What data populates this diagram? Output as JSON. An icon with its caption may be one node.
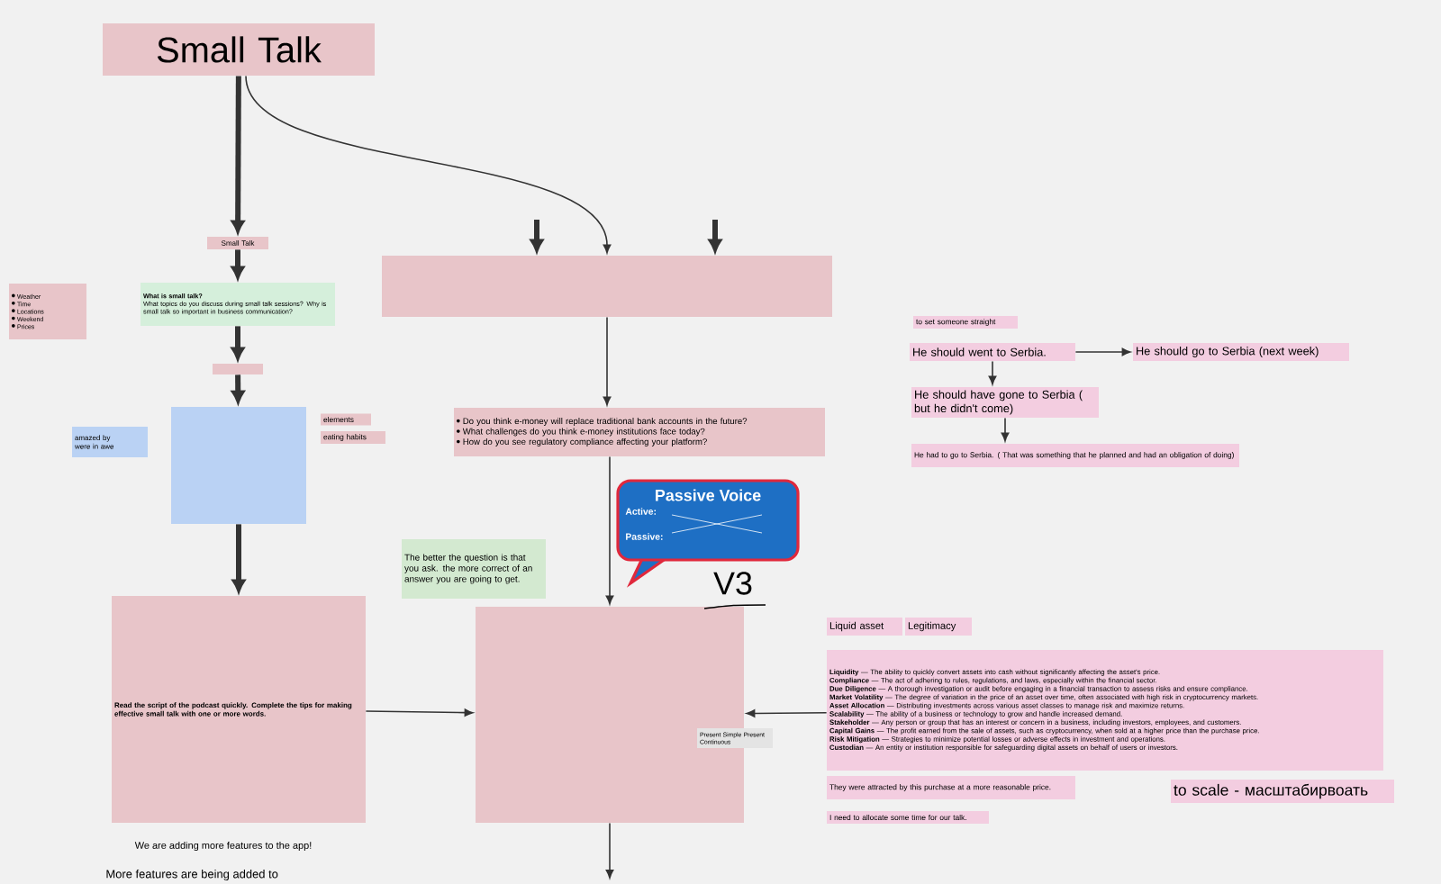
{
  "diagram": {
    "nodes": [
      {
        "text": [
          "Small Talk"
        ]
      },
      {
        "text": [
          "Small Talk"
        ]
      },
      {
        "text": [
          "What is small talk?",
          "What topics do you discuss during small talk sessions? Why is small talk so important in business communication?"
        ]
      },
      {
        "text": [],
        "shape": "box"
      },
      {
        "text": [],
        "shape": "box"
      },
      {
        "text": [
          "Read the script of the podcast quickly. Complete the tips for making effective small talk with one or more words."
        ]
      },
      {
        "text": [],
        "shape": "box"
      },
      {
        "text": [
          "Do you think e-money will replace traditional bank accounts in the future?",
          "What challenges do you think e-money institutions face today?",
          "How do you see regulatory compliance affecting your platform?"
        ]
      },
      {
        "text": [
          "The better the question is that you ask. the more correct of an answer you are going to get."
        ]
      },
      {
        "text": [
          "Passive Voice",
          "Active:",
          "Passive:"
        ]
      },
      {
        "text": [],
        "shape": "box"
      },
      {
        "text": [
          "Present Simple Present Continuous"
        ]
      },
      {
        "text": [
          "**Liquidity** — The ability to quickly convert assets into cash without significantly affecting the asset's price.",
          "**Compliance** — The act of adhering to rules, regulations, and laws, especially within the financial sector.",
          "**Due Diligence** — A thorough investigation or audit before engaging in a financial transaction to assess risks and ensure compliance.",
          "**Market Volatility** — The degree of variation in the price of an asset over time, often associated with high risk in cryptocurrency markets.",
          "**Asset Allocation** — Distributing investments across various asset classes to manage risk and maximize returns.",
          "**Scalability** — The ability of a business or technology to grow and handle increased demand.",
          "**Stakeholder** — Any person or group that has an interest or concern in a business, including investors, employees, and customers.",
          "**Capital Gains** — The profit earned from the sale of assets, such as cryptocurrency, when sold at a higher price than the purchase price.",
          "**Risk Mitigation** — Strategies to minimize potential losses or adverse effects in investment and operations.",
          "**Custodian** — An entity or institution responsible for safeguarding digital assets on behalf of users or investors."
        ]
      },
      {
        "text": [
          "to set someone straight"
        ]
      },
      {
        "text": [
          "He should went to Serbia."
        ]
      },
      {
        "text": [
          "He should go to Serbia (next week)"
        ]
      },
      {
        "text": [
          "He should have gone to Serbia ( but he didn't come)"
        ]
      },
      {
        "text": [
          "He had to go to Serbia. ( That was something that he planned and had an obligation of doing)"
        ]
      },
      {
        "text": [
          "Weather",
          "Time",
          "Locations",
          "Weekend",
          "Prices"
        ]
      },
      {
        "text": [
          "amazed by",
          "were in awe"
        ]
      },
      {
        "text": [
          "elements"
        ]
      },
      {
        "text": [
          "eating habits"
        ]
      },
      {
        "text": [
          "Liquid asset"
        ]
      },
      {
        "text": [
          "Legitimacy"
        ]
      },
      {
        "text": [
          "They were attracted by this purchase at a more reasonable price."
        ]
      },
      {
        "text": [
          "I need to allocate some time for our talk."
        ]
      },
      {
        "text": [
          "to scale - масштабирвоать"
        ]
      }
    ],
    "edges": [
      {
        "from": 0,
        "to": 1,
        "arrow": "to",
        "style": "thick"
      },
      {
        "from": 0,
        "to": 6,
        "arrow": "to"
      },
      {
        "from": null,
        "to": 6,
        "arrow": "to",
        "style": "thick"
      },
      {
        "from": null,
        "to": 6,
        "arrow": "to",
        "style": "thick"
      },
      {
        "from": 1,
        "to": 2,
        "arrow": "to",
        "style": "thick"
      },
      {
        "from": 2,
        "to": 3,
        "arrow": "to",
        "style": "thick"
      },
      {
        "from": 3,
        "to": 4,
        "arrow": "to",
        "style": "thick"
      },
      {
        "from": 4,
        "to": 5,
        "arrow": "to",
        "style": "thick"
      },
      {
        "from": 6,
        "to": 7,
        "arrow": "to"
      },
      {
        "from": 7,
        "to": 10,
        "arrow": "to"
      },
      {
        "from": 5,
        "to": 10,
        "arrow": "to"
      },
      {
        "from": 12,
        "to": 10,
        "arrow": "to"
      },
      {
        "from": 10,
        "to": null,
        "arrow": "to"
      },
      {
        "from": 14,
        "to": 15,
        "arrow": "to"
      },
      {
        "from": 14,
        "to": 16,
        "arrow": "to"
      },
      {
        "from": 16,
        "to": 17,
        "arrow": "to"
      }
    ],
    "labels": [
      "V3",
      "We are adding more features to the app!",
      "More features are being added to"
    ]
  }
}
